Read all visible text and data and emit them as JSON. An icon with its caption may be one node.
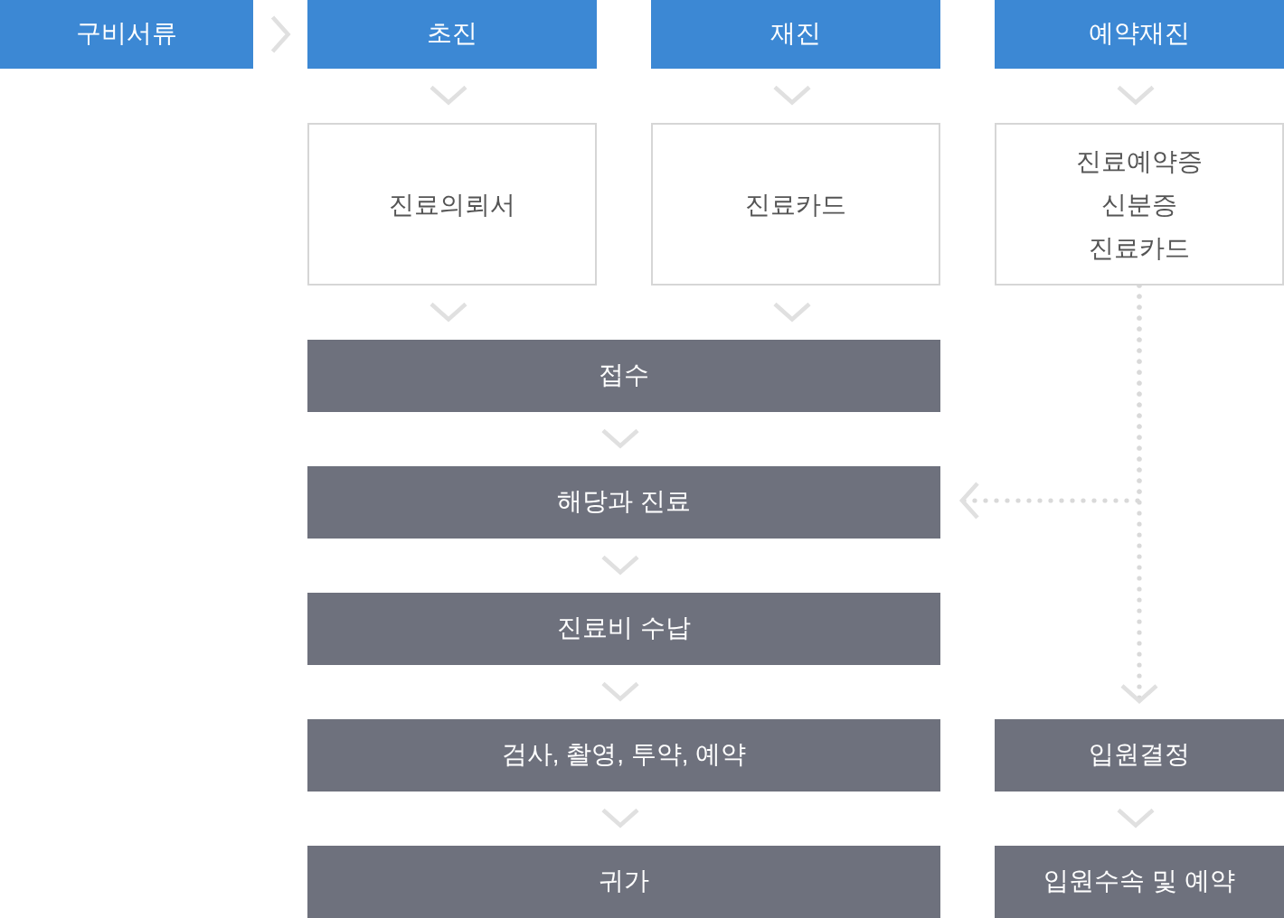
{
  "diagram": {
    "nodes": [
      {
        "text": [
          "구비서류"
        ]
      },
      {
        "text": [
          "초진"
        ]
      },
      {
        "text": [
          "재진"
        ]
      },
      {
        "text": [
          "예약재진"
        ]
      },
      {
        "text": [
          "진료의뢰서"
        ]
      },
      {
        "text": [
          "진료카드"
        ]
      },
      {
        "text": [
          "진료예약증",
          "신분증",
          "진료카드"
        ]
      },
      {
        "text": [
          "접수"
        ]
      },
      {
        "text": [
          "해당과 진료"
        ]
      },
      {
        "text": [
          "진료비 수납"
        ]
      },
      {
        "text": [
          "검사, 촬영, 투약, 예약"
        ]
      },
      {
        "text": [
          "귀가"
        ]
      },
      {
        "text": [
          "입원결정"
        ]
      },
      {
        "text": [
          "입원수속 및 예약"
        ]
      }
    ],
    "edges": [
      {
        "from": 0,
        "to": 1,
        "arrow": "to"
      },
      {
        "from": 1,
        "to": 4,
        "arrow": "to"
      },
      {
        "from": 2,
        "to": 5,
        "arrow": "to"
      },
      {
        "from": 3,
        "to": 6,
        "arrow": "to"
      },
      {
        "from": 4,
        "to": 7,
        "arrow": "to"
      },
      {
        "from": 5,
        "to": 7,
        "arrow": "to"
      },
      {
        "from": 7,
        "to": 8,
        "arrow": "to"
      },
      {
        "from": 8,
        "to": 9,
        "arrow": "to"
      },
      {
        "from": 9,
        "to": 10,
        "arrow": "to"
      },
      {
        "from": 10,
        "to": 11,
        "arrow": "to"
      },
      {
        "from": 6,
        "to": 8,
        "arrow": "to",
        "style": "dashed"
      },
      {
        "from": 6,
        "to": 12,
        "arrow": "to",
        "style": "dashed"
      },
      {
        "from": 12,
        "to": 13,
        "arrow": "to"
      }
    ]
  }
}
